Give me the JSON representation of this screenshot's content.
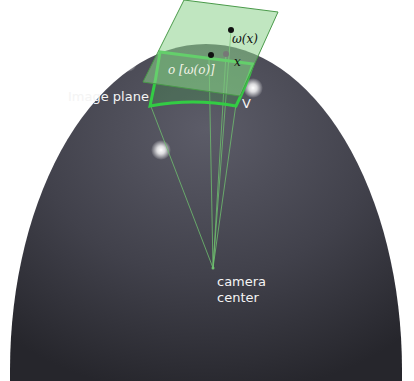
{
  "diagram": {
    "labels": [
      "ω(x)",
      "x",
      "o [ω(o)]",
      "Image plane",
      "V",
      "camera center"
    ]
  }
}
